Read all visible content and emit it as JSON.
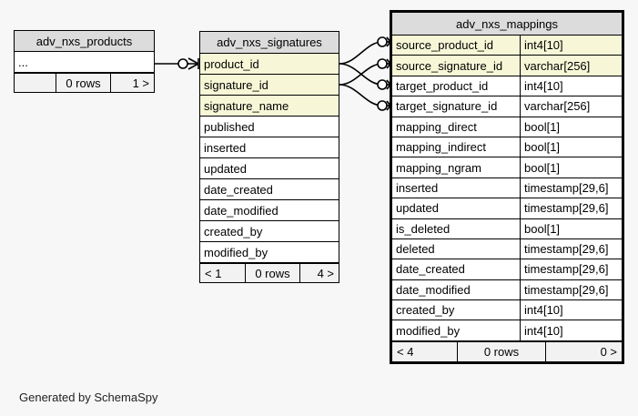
{
  "diagram": {
    "credit": "Generated by SchemaSpy",
    "colors": {
      "background": "#f7f7f7",
      "table_header": "#dcdcdc",
      "key_row": "#f7f7d7",
      "footer": "#f2f2f2",
      "border": "#000000"
    }
  },
  "tables": {
    "products": {
      "title": "adv_nxs_products",
      "rows": [
        {
          "name": "...",
          "type": "",
          "key": false
        }
      ],
      "footer": {
        "prev": "",
        "rows": "0 rows",
        "next": "1 >"
      }
    },
    "signatures": {
      "title": "adv_nxs_signatures",
      "rows": [
        {
          "name": "product_id",
          "type": "",
          "key": true
        },
        {
          "name": "signature_id",
          "type": "",
          "key": true
        },
        {
          "name": "signature_name",
          "type": "",
          "key": true
        },
        {
          "name": "published",
          "type": "",
          "key": false
        },
        {
          "name": "inserted",
          "type": "",
          "key": false
        },
        {
          "name": "updated",
          "type": "",
          "key": false
        },
        {
          "name": "date_created",
          "type": "",
          "key": false
        },
        {
          "name": "date_modified",
          "type": "",
          "key": false
        },
        {
          "name": "created_by",
          "type": "",
          "key": false
        },
        {
          "name": "modified_by",
          "type": "",
          "key": false
        }
      ],
      "footer": {
        "prev": "< 1",
        "rows": "0 rows",
        "next": "4 >"
      }
    },
    "mappings": {
      "title": "adv_nxs_mappings",
      "rows": [
        {
          "name": "source_product_id",
          "type": "int4[10]",
          "key": true
        },
        {
          "name": "source_signature_id",
          "type": "varchar[256]",
          "key": true
        },
        {
          "name": "target_product_id",
          "type": "int4[10]",
          "key": false
        },
        {
          "name": "target_signature_id",
          "type": "varchar[256]",
          "key": false
        },
        {
          "name": "mapping_direct",
          "type": "bool[1]",
          "key": false
        },
        {
          "name": "mapping_indirect",
          "type": "bool[1]",
          "key": false
        },
        {
          "name": "mapping_ngram",
          "type": "bool[1]",
          "key": false
        },
        {
          "name": "inserted",
          "type": "timestamp[29,6]",
          "key": false
        },
        {
          "name": "updated",
          "type": "timestamp[29,6]",
          "key": false
        },
        {
          "name": "is_deleted",
          "type": "bool[1]",
          "key": false
        },
        {
          "name": "deleted",
          "type": "timestamp[29,6]",
          "key": false
        },
        {
          "name": "date_created",
          "type": "timestamp[29,6]",
          "key": false
        },
        {
          "name": "date_modified",
          "type": "timestamp[29,6]",
          "key": false
        },
        {
          "name": "created_by",
          "type": "int4[10]",
          "key": false
        },
        {
          "name": "modified_by",
          "type": "int4[10]",
          "key": false
        }
      ],
      "footer": {
        "prev": "< 4",
        "rows": "0 rows",
        "next": "0 >"
      }
    }
  },
  "relationships": [
    {
      "from": "products",
      "to": "signatures.product_id",
      "notation": "zero-or-many"
    },
    {
      "from": "signatures.product_id",
      "to": "mappings.source_product_id",
      "notation": "zero-or-many"
    },
    {
      "from": "signatures.product_id",
      "to": "mappings.target_product_id",
      "notation": "zero-or-many"
    },
    {
      "from": "signatures.signature_id",
      "to": "mappings.source_signature_id",
      "notation": "zero-or-many"
    },
    {
      "from": "signatures.signature_id",
      "to": "mappings.target_signature_id",
      "notation": "zero-or-many"
    }
  ]
}
